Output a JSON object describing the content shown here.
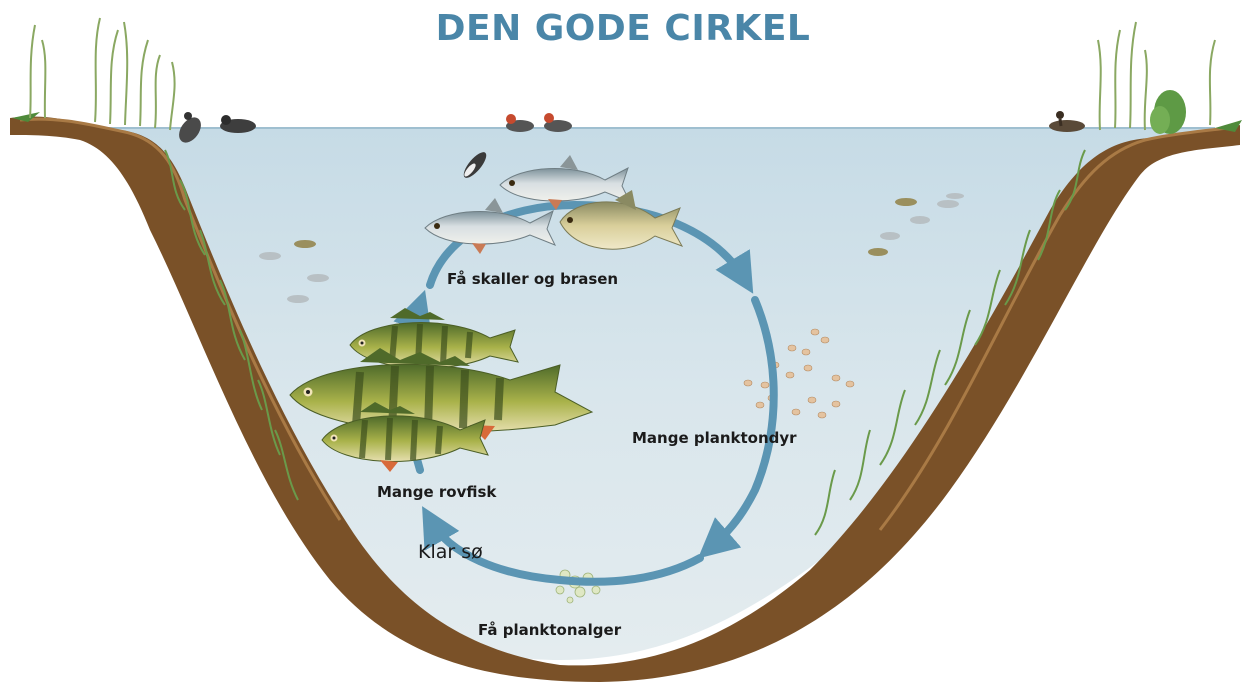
{
  "title": "DEN GODE CIRKEL",
  "labels": {
    "few_roach_bream": "Få skaller og brasen",
    "many_zooplankton": "Mange planktondyr",
    "many_predators": "Mange rovfisk",
    "clear_lake": "Klar sø",
    "few_algae": "Få planktonalger"
  },
  "colors": {
    "title": "#4a86a8",
    "water": "#d9e6ec",
    "soil": "#7a5128",
    "cycle_arrow": "#5b95b3",
    "vegetation": "#6a9a4a"
  },
  "icons": [
    "reed-icon",
    "duck-icon",
    "roach-fish-icon",
    "perch-fish-icon",
    "zooplankton-icon",
    "algae-icon",
    "grebe-icon",
    "cycle-arrow-icon"
  ]
}
